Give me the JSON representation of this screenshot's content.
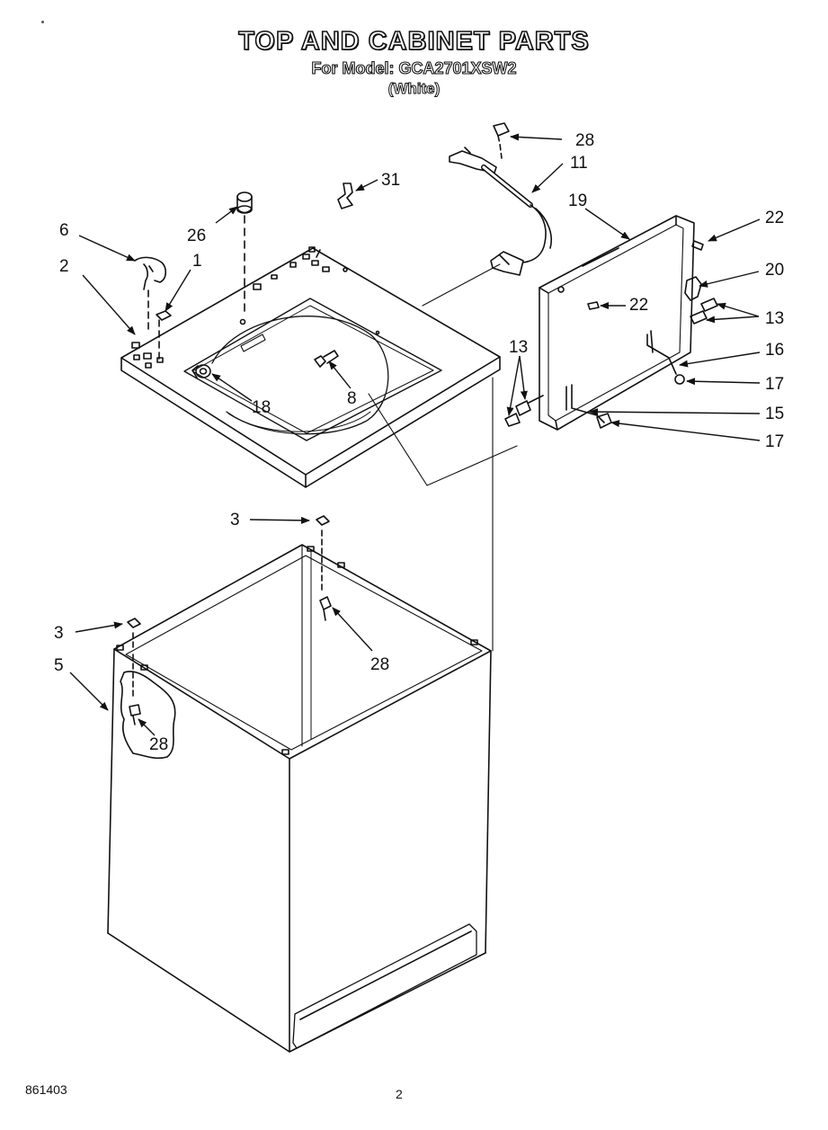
{
  "header": {
    "title": "TOP AND CABINET PARTS",
    "model": "For Model: GCA2701XSW2",
    "variant": "(White)"
  },
  "callouts": [
    "28",
    "11",
    "31",
    "19",
    "22",
    "6",
    "26",
    "1",
    "2",
    "20",
    "22",
    "13",
    "13",
    "16",
    "17",
    "8",
    "18",
    "15",
    "17",
    "3",
    "3",
    "28",
    "5",
    "28"
  ],
  "footer": {
    "doc_number": "861403",
    "page_number": "2"
  },
  "colors": {
    "ink": "#111111",
    "paper": "#ffffff"
  }
}
